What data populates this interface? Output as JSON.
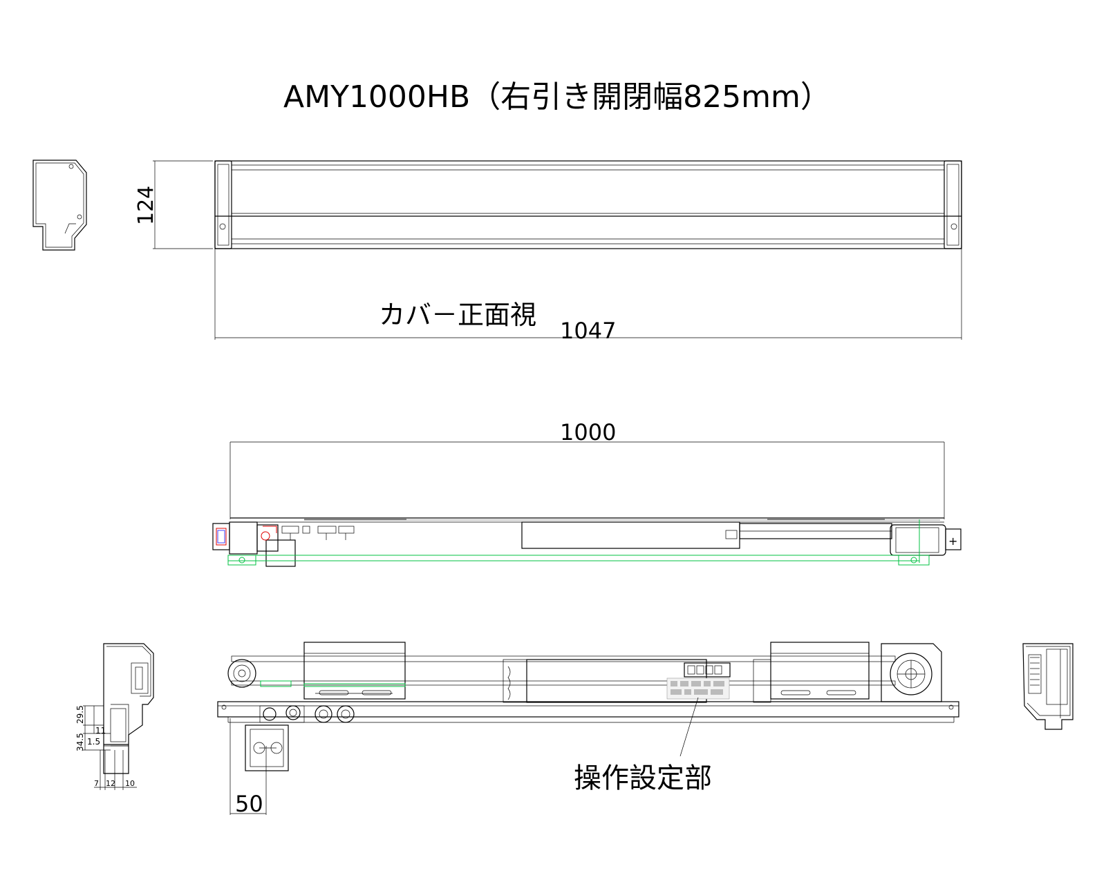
{
  "title": "AMY1000HB（右引き開閉幅825mm）",
  "cover_view": {
    "label": "カバ－正面視",
    "dim_height": "124",
    "dim_width": "1047"
  },
  "plan_view": {
    "dim_width": "1000"
  },
  "mechanism_view": {
    "callout": "操作設定部",
    "dim_offset": "50"
  },
  "section_view": {
    "dims_vertical": [
      "34.5",
      "29.5",
      "11",
      "1.5"
    ],
    "dims_horizontal": [
      "7",
      "12",
      "10"
    ]
  },
  "colors": {
    "line": "#000000",
    "belt_guide": "#00c040",
    "wiring_red": "#e00000",
    "wiring_blue": "#4040ff"
  }
}
